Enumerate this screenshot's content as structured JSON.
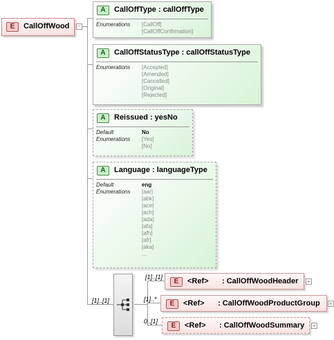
{
  "root": {
    "badge": "E",
    "name": "CallOffWood"
  },
  "attributes": [
    {
      "badge": "A",
      "title": "CallOffType : callOffType",
      "rows": [
        {
          "label": "Enumerations",
          "values": "[CallOff]\n[CallOffConfirmation]"
        }
      ]
    },
    {
      "badge": "A",
      "title": "CallOffStatusType : callOffStatusType",
      "rows": [
        {
          "label": "Enumerations",
          "values": "[Accepted]\n[Amended]\n[Cancelled]\n[Original]\n[Rejected]"
        }
      ]
    },
    {
      "badge": "A",
      "title": "Reissued : yesNo",
      "rows": [
        {
          "label": "Default",
          "values": "No"
        },
        {
          "label": "Enumerations",
          "values": "[Yes]\n[No]"
        }
      ]
    },
    {
      "badge": "A",
      "title": "Language : languageType",
      "rows": [
        {
          "label": "Default",
          "values": "eng"
        },
        {
          "label": "Enumerations",
          "values": "[aar]\n[abk]\n[ace]\n[ach]\n[ada]\n[afa]\n[afh]\n[afr]\n[aka]\n..."
        }
      ]
    }
  ],
  "sequence": {
    "cardinality": "[1]..[1]"
  },
  "children": [
    {
      "cardinality": "[1]..[1]",
      "badge": "E",
      "ref": "<Ref>",
      "name": ": CallOffWoodHeader"
    },
    {
      "cardinality": "[1]..*",
      "badge": "E",
      "ref": "<Ref>",
      "name": ": CallOffWoodProductGroup"
    },
    {
      "cardinality": "0..[1]",
      "badge": "E",
      "ref": "<Ref>",
      "name": ": CallOffWoodSummary"
    }
  ],
  "icons": {
    "expand": "+",
    "collapse": "−"
  }
}
